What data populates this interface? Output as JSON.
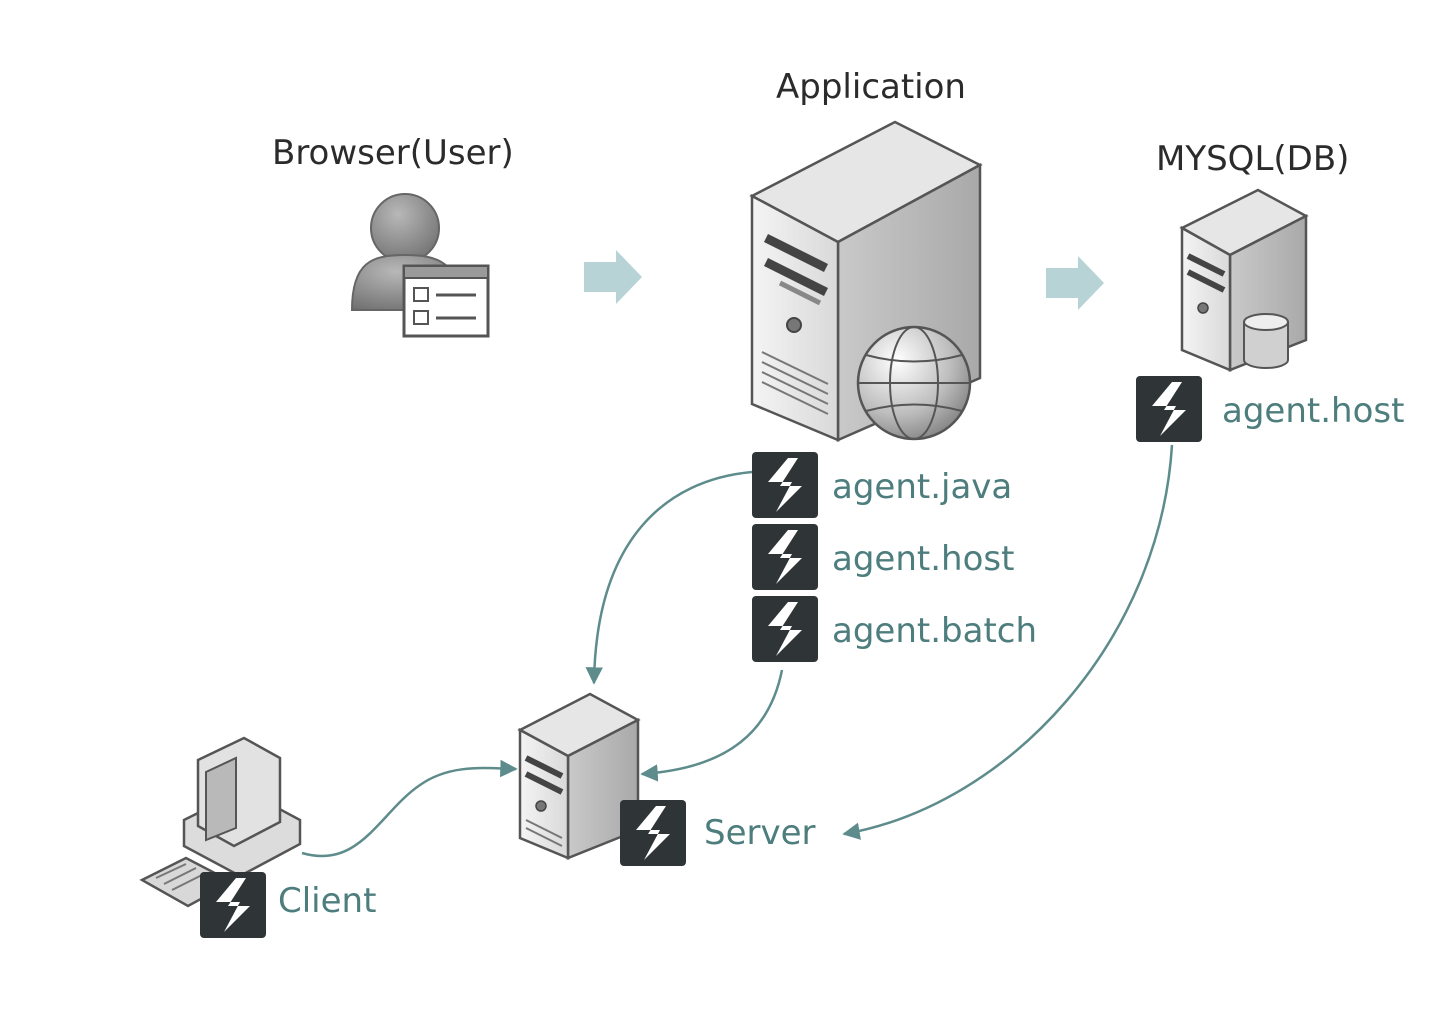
{
  "nodes": {
    "browser": {
      "label": "Browser(User)"
    },
    "application": {
      "label": "Application"
    },
    "db": {
      "label": "MYSQL(DB)"
    },
    "server": {
      "label": "Server"
    },
    "client": {
      "label": "Client"
    }
  },
  "agents": {
    "application": [
      "agent.java",
      "agent.host",
      "agent.batch"
    ],
    "db": [
      "agent.host"
    ]
  },
  "colors": {
    "arrow": "#5e8b8b",
    "flow_arrow": "#b7d3d6",
    "agent_icon": "#2f3436",
    "agent_text": "#4d7d7d",
    "title_text": "#2b2b2b"
  }
}
